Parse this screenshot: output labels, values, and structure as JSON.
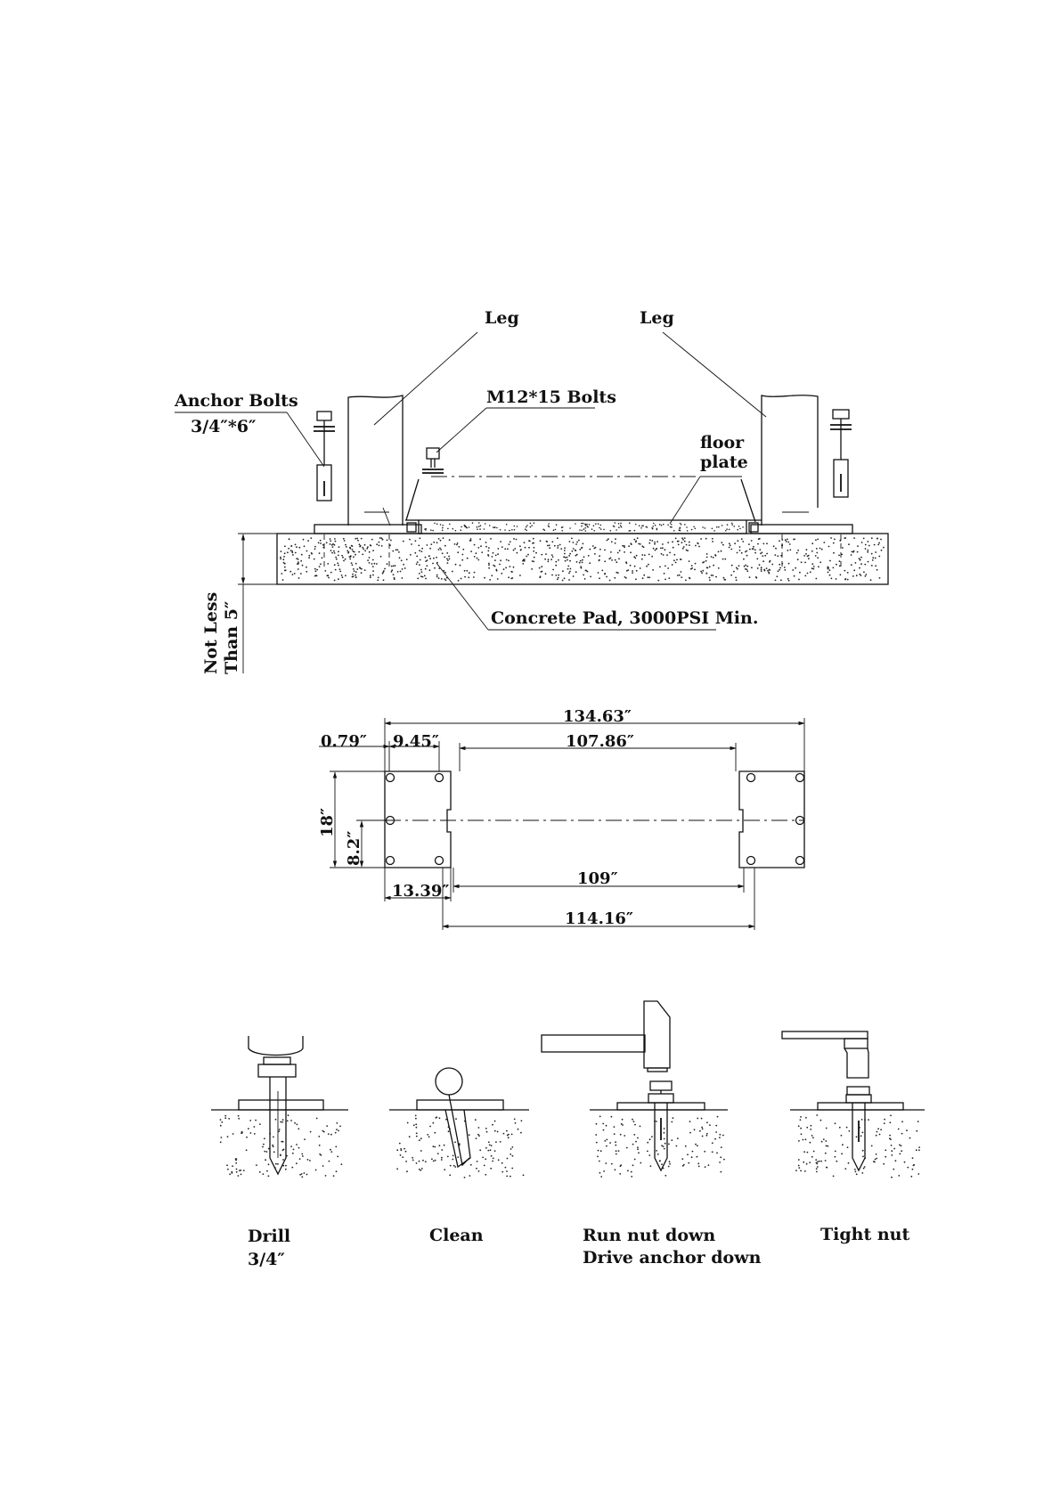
{
  "elevation": {
    "leg_left": "Leg",
    "leg_right": "Leg",
    "anchor_bolts_line1": "Anchor Bolts",
    "anchor_bolts_line2": "3/4″*6″",
    "m12_bolts": "M12*15 Bolts",
    "floor_plate_line1": "floor",
    "floor_plate_line2": "plate",
    "concrete_pad": "Concrete Pad, 3000PSI Min.",
    "pad_depth_line1": "Not Less",
    "pad_depth_line2": "Than 5″"
  },
  "plan": {
    "overall_width": "134.63″",
    "inner_span": "107.86″",
    "edge_offset": "0.79″",
    "plate_depth": "9.45″",
    "plate_length": "18″",
    "center_offset": "8.2″",
    "plate_width": "13.39″",
    "notch_span": "109″",
    "bolt_span": "114.16″"
  },
  "steps": [
    {
      "line1": "Drill",
      "line2": "3/4″"
    },
    {
      "line1": "Clean",
      "line2": ""
    },
    {
      "line1": "Run nut down",
      "line2": "Drive anchor down"
    },
    {
      "line1": "Tight nut",
      "line2": ""
    }
  ]
}
